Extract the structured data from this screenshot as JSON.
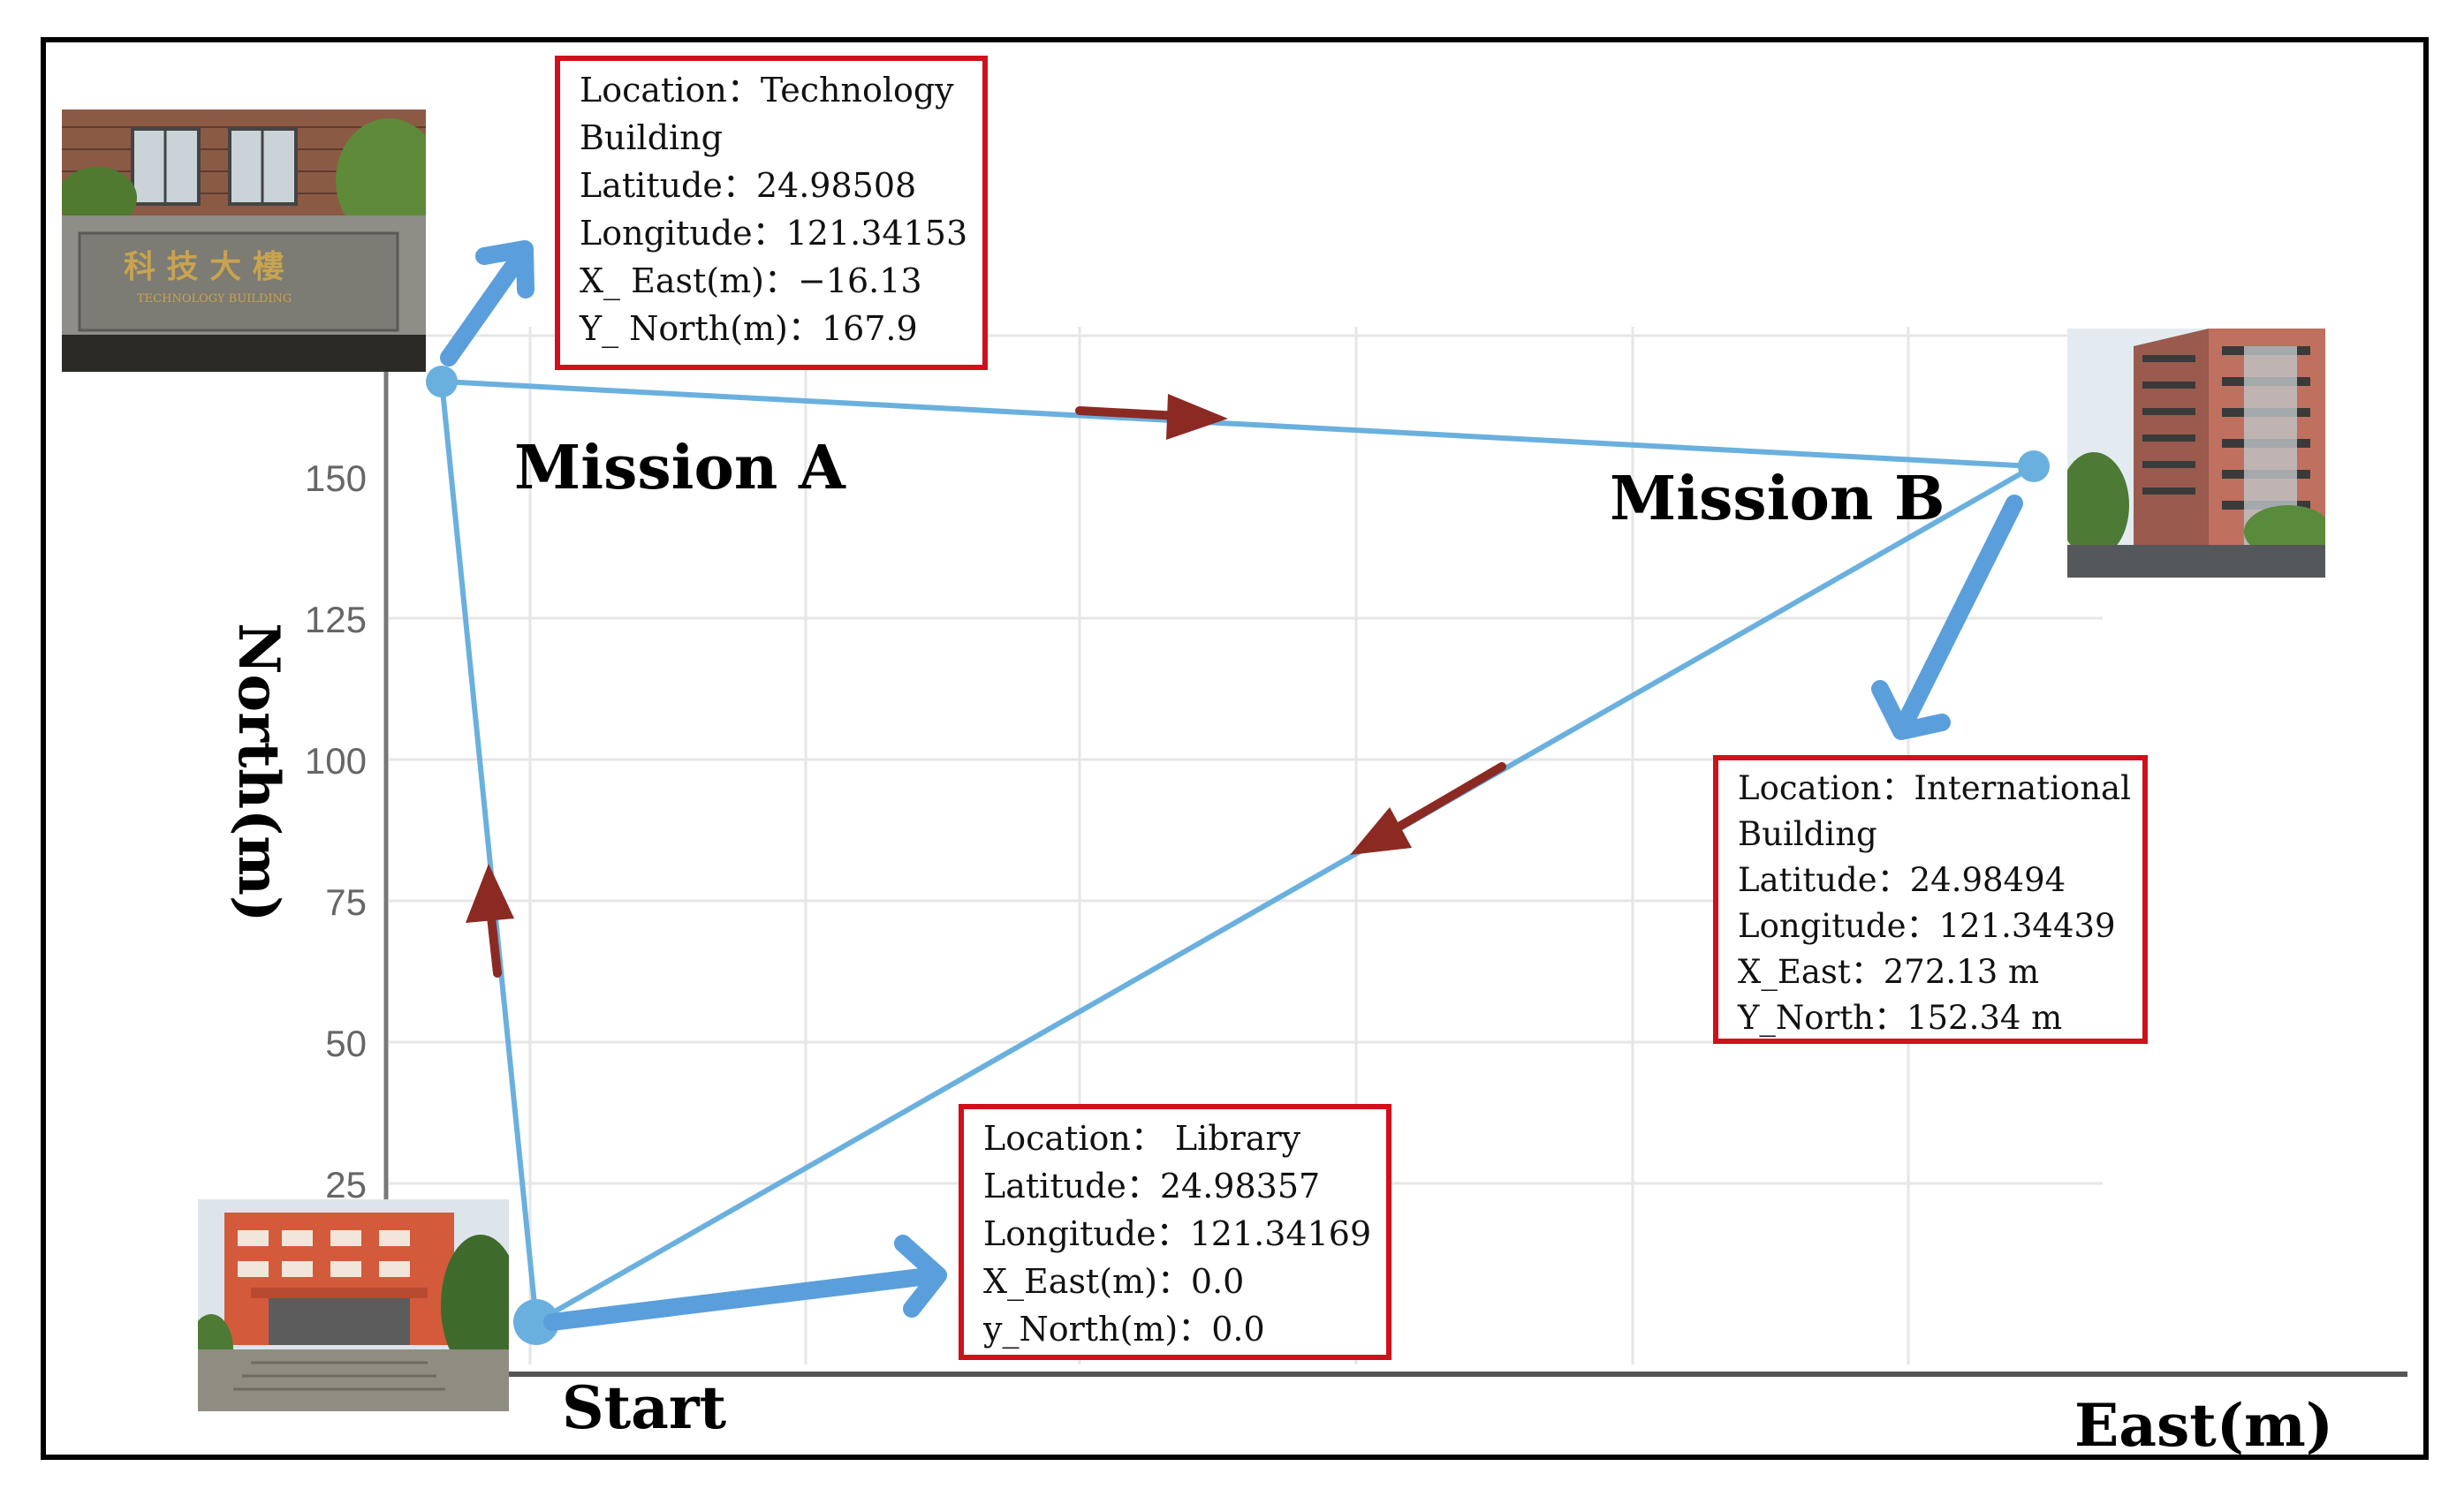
{
  "axes": {
    "xlabel": "East(m)",
    "ylabel": "North(m)",
    "y_ticks": [
      "150",
      "125",
      "100",
      "75",
      "50",
      "25"
    ]
  },
  "waypoints": {
    "start": {
      "name": "Start",
      "info": [
        "Location： Library",
        "Latitude：24.98357",
        "Longitude：121.34169",
        "X_East(m)：0.0",
        "y_North(m)：0.0"
      ]
    },
    "mission_a": {
      "name": "Mission A",
      "info": [
        "Location：Technology",
        "Building",
        "Latitude：24.98508",
        "Longitude：121.34153",
        "X_ East(m)：−16.13",
        "Y_ North(m)：167.9"
      ]
    },
    "mission_b": {
      "name": "Mission B",
      "info": [
        "Location：International",
        "Building",
        "Latitude：24.98494",
        "Longitude：121.34439",
        "X_East：272.13 m",
        "Y_North：152.34 m"
      ]
    }
  },
  "photo_text": {
    "technology_building_sign": "科 技 大 樓",
    "technology_building_sub": "TECHNOLOGY BUILDING"
  },
  "colors": {
    "path": "#6ab0de",
    "direction_arrow": "#8b2a22",
    "callout_arrow": "#5a9fdc",
    "box_border": "#d0101a"
  }
}
